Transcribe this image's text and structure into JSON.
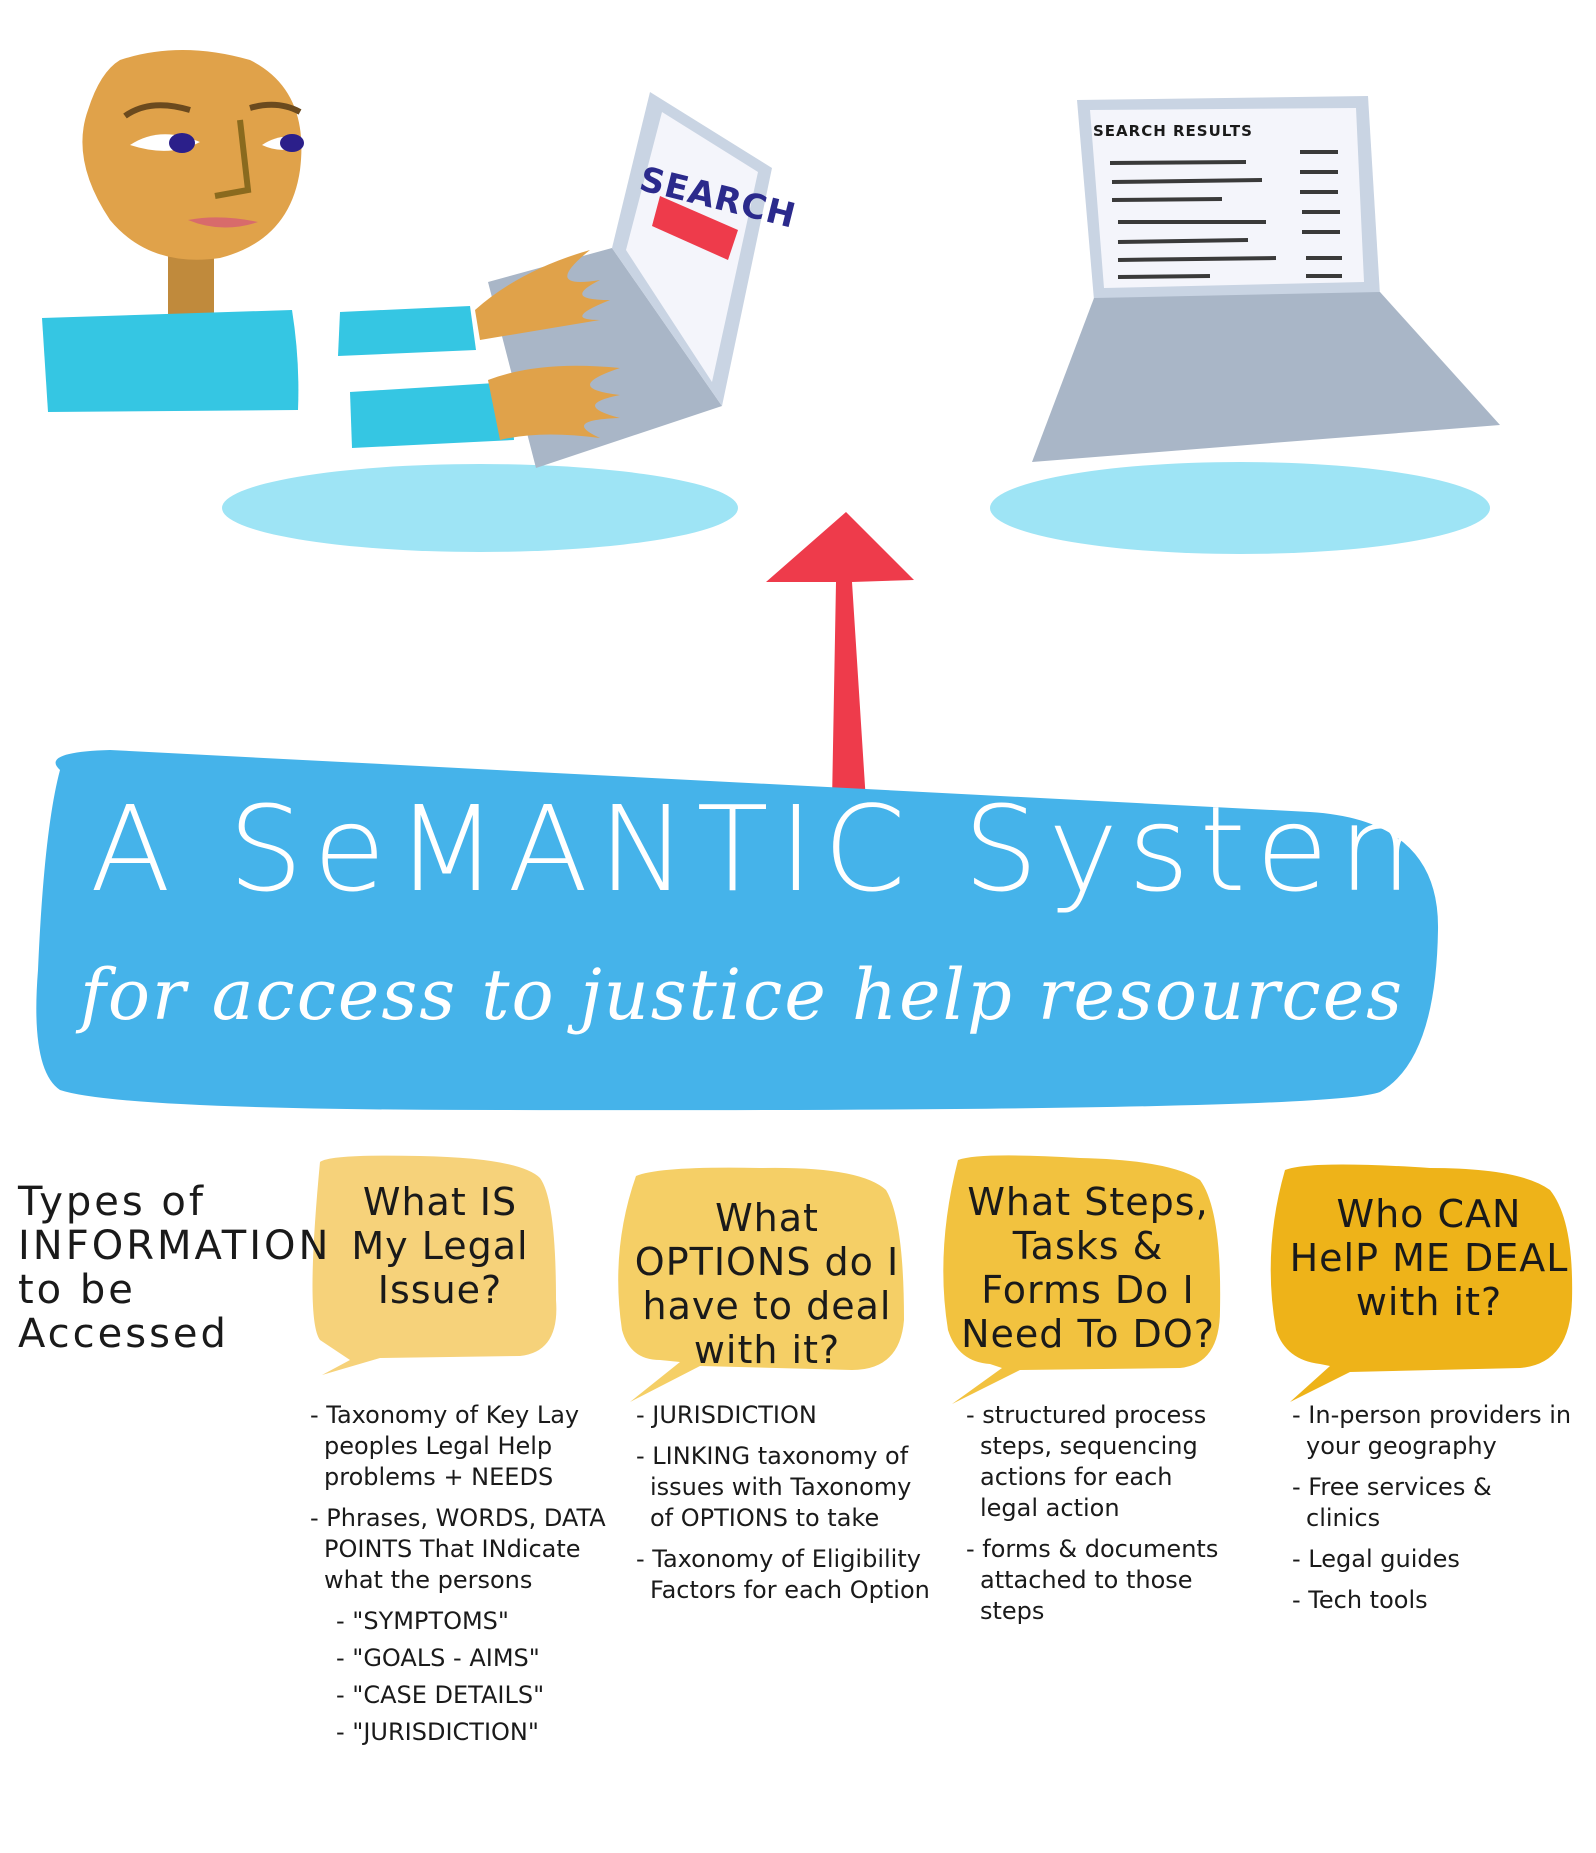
{
  "scene": {
    "search_screen_label": "SEARCH",
    "results_screen_label": "SEARCH RESULTS"
  },
  "banner": {
    "title": "A SeMANTIC System",
    "subtitle": "for access to justice help resources"
  },
  "types_label": "Types of INFORMATION to be Accessed",
  "columns": [
    {
      "question": "What IS My Legal Issue?",
      "items": [
        "- Taxonomy of Key Lay peoples Legal Help problems + NEEDS",
        "- Phrases, WORDS, DATA POINTS That INdicate what the persons"
      ],
      "subitems": [
        "- \"SYMPTOMS\"",
        "- \"GOALS - AIMS\"",
        "- \"CASE DETAILS\"",
        "- \"JURISDICTION\""
      ]
    },
    {
      "question": "What OPTIONS do I have to deal with it?",
      "items": [
        "- JURISDICTION",
        "- LINKING taxonomy of issues with Taxonomy of OPTIONS to take",
        "- Taxonomy of Eligibility Factors for each Option"
      ],
      "subitems": []
    },
    {
      "question": "What Steps, Tasks & Forms Do I Need To DO?",
      "items": [
        "- structured process steps, sequencing actions for each legal action",
        "- forms & documents attached to those steps"
      ],
      "subitems": []
    },
    {
      "question": "Who CAN HelP ME DEAL with it?",
      "items": [
        "- In-person providers in your geography",
        "- Free services & clinics",
        "- Legal guides",
        "- Tech tools"
      ],
      "subitems": []
    }
  ],
  "colors": {
    "banner": "#45b3ea",
    "arrow": "#ee3b4b",
    "skin": "#e0a24a",
    "shirt": "#35c6e3",
    "pad": "#9ee4f5",
    "laptop": "#a9b6c7",
    "bubble1": "#f6d27a",
    "bubble2": "#f5cf66",
    "bubble3": "#f2c23f",
    "bubble4": "#eeb319"
  }
}
